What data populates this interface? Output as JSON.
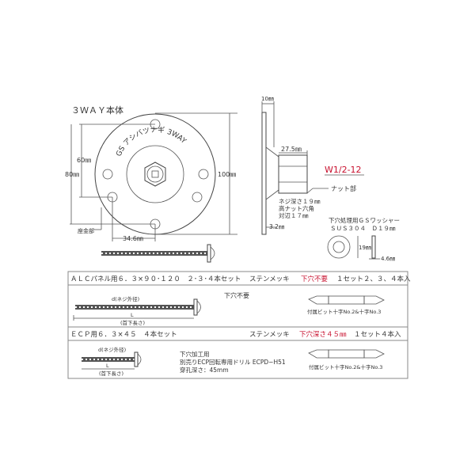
{
  "body_title": "３ＷＡＹ本体",
  "plate_engraving": "GS アシバツナギ 3WAY",
  "dimensions": {
    "d60": "60㎜",
    "d80": "80㎜",
    "d100": "100㎜",
    "d34_6": "34.6㎜",
    "d10": "10㎜",
    "d27_5": "27.5㎜",
    "d3_2": "3.2㎜",
    "d19": "19㎜",
    "d4_6": "4.6㎜"
  },
  "labels": {
    "seat": "座金部",
    "thread": "W1/2-12",
    "nut_part": "ナット部",
    "nut_spec": [
      "ネジ深さ１９㎜",
      "高ナット六角",
      "対辺１７㎜"
    ],
    "washer_title": "下穴処理用ＧＳワッシャー",
    "washer_spec": "ＳＵＳ３０４　Ｄ１９㎜"
  },
  "colors": {
    "accent": "#c8102e"
  },
  "table": {
    "rows": [
      {
        "title": "ＡＬＣパネル用６．３×９０･１２０　２･３･４本セット",
        "finish": "ステンメッキ",
        "hole": "下穴不要",
        "qty": "１セット２、３、４本入",
        "screw_d": "d(ネジ外径)",
        "screw_l": "L",
        "screw_l_note": "(首下長さ)",
        "note": [
          "下穴不要"
        ],
        "bit_label": "付属ビット十字No.2&十字No.3"
      },
      {
        "title": "ＥＣＰ用６．３×４５　４本セット",
        "finish": "ステンメッキ",
        "hole": "下穴深さ４５㎜",
        "qty": "１セット４本入",
        "screw_d": "d(ネジ外径)",
        "screw_l": "L",
        "screw_l_note": "(首下長さ)",
        "note": [
          "下穴加工用",
          "別売りECP回転専用ドリル ECPD−H51",
          "穿孔深さ：45mm"
        ],
        "bit_label": "付属ビット十字No.2&十字No.3"
      }
    ]
  }
}
